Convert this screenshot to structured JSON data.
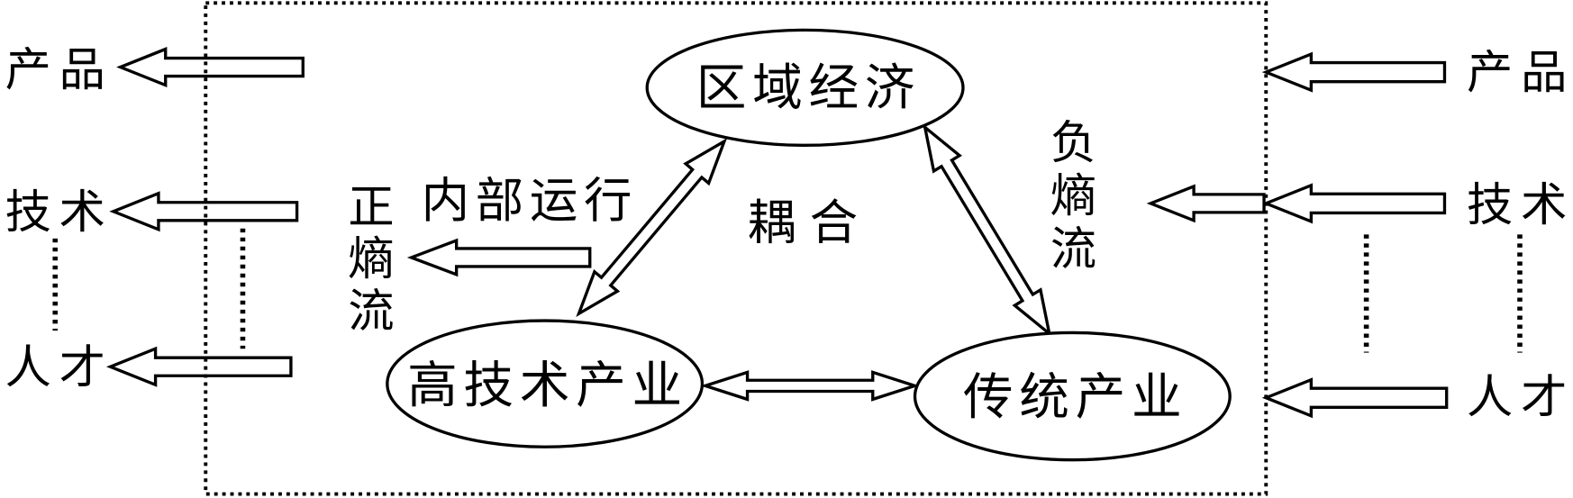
{
  "diagram": {
    "nodes": {
      "regional_economy": "区域经济",
      "high_tech_industry": "高技术产业",
      "traditional_industry": "传统产业"
    },
    "coupling_label": "耦合",
    "internal_operation_label": "内部运行",
    "positive_entropy_label": "正熵流",
    "negative_entropy_label": "负熵流",
    "outflows": [
      "产品",
      "技术",
      "人才"
    ],
    "inflows": [
      "产品",
      "技术",
      "人才"
    ]
  },
  "colors": {
    "stroke": "#000000",
    "background": "#ffffff"
  }
}
